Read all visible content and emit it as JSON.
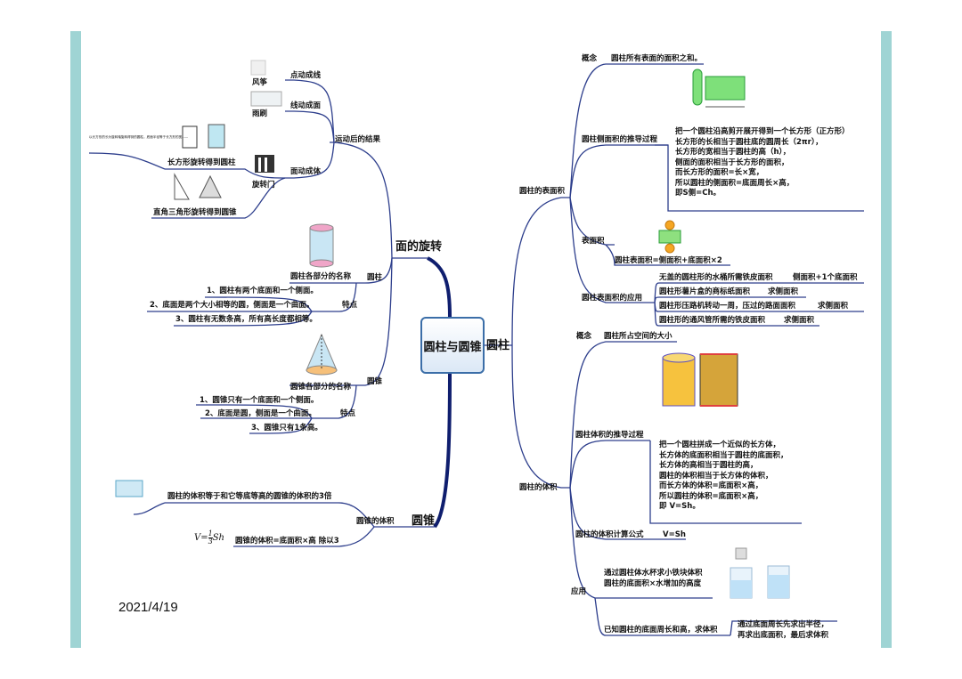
{
  "center": "圆柱与圆锥",
  "left": {
    "rotation": {
      "title": "面的旋转",
      "motion": "运动后的结果",
      "point_line": "点动成线",
      "fengzheng": "风筝",
      "line_face": "线动成面",
      "yushua": "雨刷",
      "face_body": "面动成体",
      "xuanzhuanmen": "旋转门",
      "rect_rotate": "长方形旋转得到圆柱",
      "rect_note": "以长方形的长为旋转轴旋转得到的圆柱，底面半径等于长方形的宽……",
      "tri_rotate": "直角三角形旋转得到圆锥"
    },
    "cylinder": {
      "label": "圆柱",
      "parts": "圆柱各部分的名称",
      "feature": "特点",
      "f1": "1、圆柱有两个底面和一个侧面。",
      "f2": "2、底面是两个大小相等的圆，侧面是一个曲面。",
      "f3": "3、圆柱有无数条高，所有高长度都相等。"
    },
    "cone": {
      "label": "圆锥",
      "parts": "圆锥各部分的名称",
      "feature": "特点",
      "f1": "1、圆锥只有一个底面和一个侧面。",
      "f2": "2、底面是圆，侧面是一个曲面。",
      "f3": "3、圆锥只有1条高。"
    },
    "cone_volume": {
      "title": "圆锥",
      "volume": "圆锥的体积",
      "v1": "圆柱的体积等于和它等底等高的圆锥的体积的3倍",
      "v2": "圆锥的体积=底面积×高 除以3",
      "formula_v": "V=",
      "formula_frac_n": "1",
      "formula_frac_d": "3",
      "formula_sh": "Sh"
    }
  },
  "right": {
    "title": "圆柱",
    "surface": {
      "label": "圆柱的表面积",
      "concept": "概念",
      "concept_text": "圆柱所有表面的面积之和。",
      "lateral": "圆柱侧面积的推导过程",
      "lateral_text": "把一个圆柱沿高剪开展开得到一个长方形（正方形）\n长方形的长相当于圆柱底的圆周长（2πr），\n长方形的宽相当于圆柱的高（h），\n侧面的面积相当于长方形的面积，\n而长方形的面积=长×宽，\n所以圆柱的侧面积=底面周长×高，\n即S侧=Ch。",
      "total": "表面积",
      "total_formula": "圆柱表面积=侧面积+底面积×2",
      "apply": "圆柱表面积的应用",
      "a1": "无盖的圆柱形的水桶所需铁皮面积",
      "a1r": "侧面积+1个底面积",
      "a2": "圆柱形薯片盒的商标纸面积",
      "a2r": "求侧面积",
      "a3": "圆柱形压路机转动一周，压过的路面面积",
      "a3r": "求侧面积",
      "a4": "圆柱形的通风管所需的铁皮面积",
      "a4r": "求侧面积"
    },
    "volume": {
      "label": "圆柱的体积",
      "concept": "概念",
      "concept_text": "圆柱所占空间的大小",
      "derive": "圆柱体积的推导过程",
      "derive_text": "把一个圆柱拼成一个近似的长方体，\n长方体的底面积相当于圆柱的底面积，\n长方体的高相当于圆柱的高，\n圆柱的体积相当于长方体的体积，\n而长方体的体积=底面积×高，\n所以圆柱的体积=底面积×高，\n即 V=Sh。",
      "calc": "圆柱的体积计算公式",
      "calc_formula": "V=Sh",
      "apply": "应用",
      "ap1": "通过圆柱体水杯求小铁块体积\n圆柱的底面积×水增加的高度",
      "ap2": "已知圆柱的底面周长和高，求体积",
      "ap2r": "通过底面周长先求出半径，\n再求出底面积，最后求体积"
    }
  },
  "date": "2021/4/19",
  "colors": {
    "line": "#2d3e8c",
    "branch": "#0f1e6e",
    "frame": "#9fd4d4"
  }
}
